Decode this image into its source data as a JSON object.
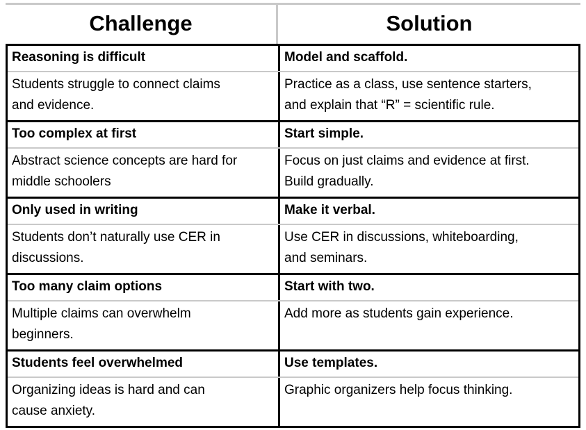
{
  "colors": {
    "background": "#ffffff",
    "black_border": "#000000",
    "gray_border": "#c9c9c9",
    "text": "#000000"
  },
  "header": {
    "challenge_label": "Challenge",
    "solution_label": "Solution"
  },
  "rows": [
    {
      "type": "bold",
      "challenge": "Reasoning is difficult",
      "solution": "Model and scaffold."
    },
    {
      "type": "normal",
      "challenge": "Students struggle to connect claims\nand evidence.",
      "solution": "Practice as a class, use sentence starters,\nand explain that “R” = scientific rule."
    },
    {
      "type": "bold",
      "challenge": "Too complex at first",
      "solution": "Start simple."
    },
    {
      "type": "normal",
      "challenge": "Abstract science concepts are hard for\nmiddle schoolers",
      "solution": "Focus on just claims and evidence at first.\nBuild gradually."
    },
    {
      "type": "bold",
      "challenge": "Only used in writing",
      "solution": "Make it verbal."
    },
    {
      "type": "normal",
      "challenge": "Students don’t naturally use CER in\ndiscussions.",
      "solution": "Use CER in discussions, whiteboarding,\nand seminars."
    },
    {
      "type": "bold",
      "challenge": "Too many claim options",
      "solution": "Start with two."
    },
    {
      "type": "normal",
      "challenge": "Multiple claims can overwhelm\nbeginners.",
      "solution": "Add more as students gain experience."
    },
    {
      "type": "bold",
      "challenge": "Students feel overwhelmed",
      "solution": "Use templates."
    },
    {
      "type": "normal",
      "challenge": "Organizing ideas is hard and can\ncause anxiety.",
      "solution": "Graphic organizers help focus thinking."
    }
  ]
}
